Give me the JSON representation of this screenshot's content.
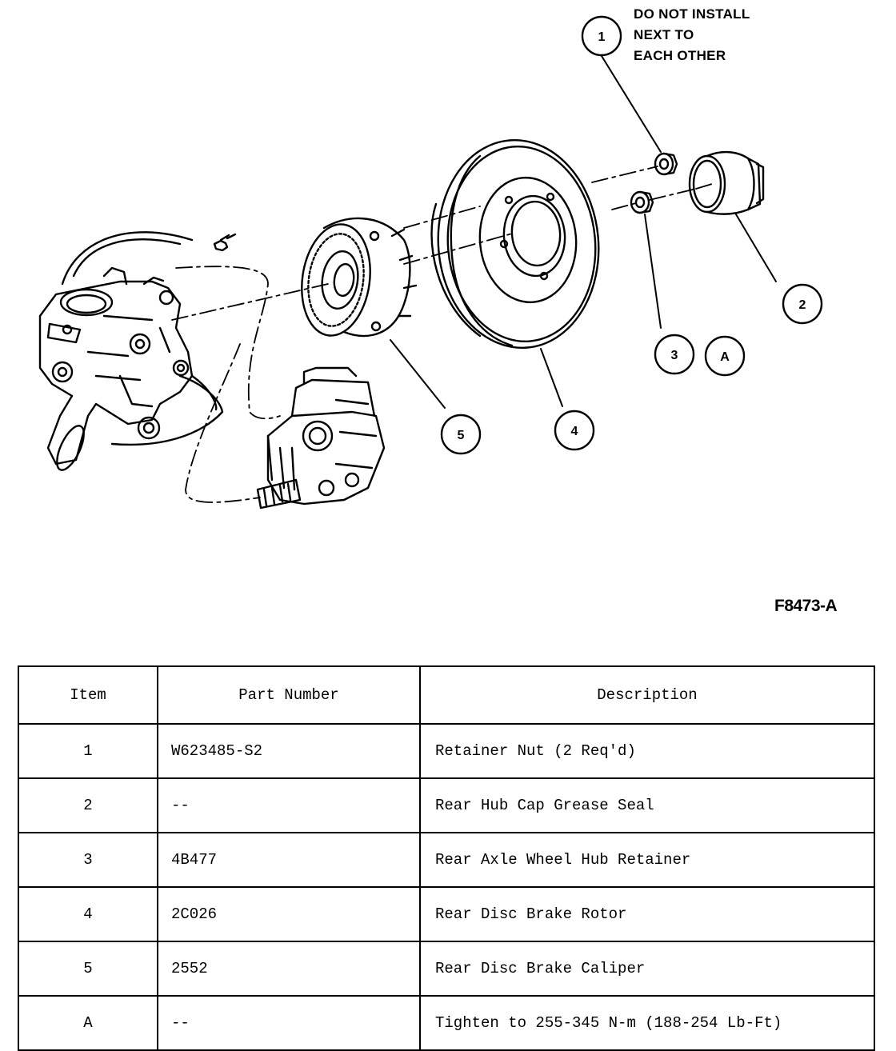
{
  "note": {
    "lines": [
      "DO NOT INSTALL",
      "NEXT TO",
      "EACH OTHER"
    ]
  },
  "figure_id": "F8473-A",
  "callouts": [
    "1",
    "2",
    "3",
    "A",
    "4",
    "5"
  ],
  "table": {
    "headers": [
      "Item",
      "Part Number",
      "Description"
    ],
    "rows": [
      {
        "item": "1",
        "part_number": "W623485-S2",
        "description": "Retainer Nut (2 Req'd)"
      },
      {
        "item": "2",
        "part_number": "--",
        "description": "Rear Hub Cap Grease Seal"
      },
      {
        "item": "3",
        "part_number": "4B477",
        "description": "Rear Axle Wheel Hub Retainer"
      },
      {
        "item": "4",
        "part_number": "2C026",
        "description": "Rear Disc Brake Rotor"
      },
      {
        "item": "5",
        "part_number": "2552",
        "description": "Rear Disc Brake Caliper"
      },
      {
        "item": "A",
        "part_number": "--",
        "description": "Tighten to 255-345 N-m (188-254 Lb-Ft)"
      }
    ]
  }
}
